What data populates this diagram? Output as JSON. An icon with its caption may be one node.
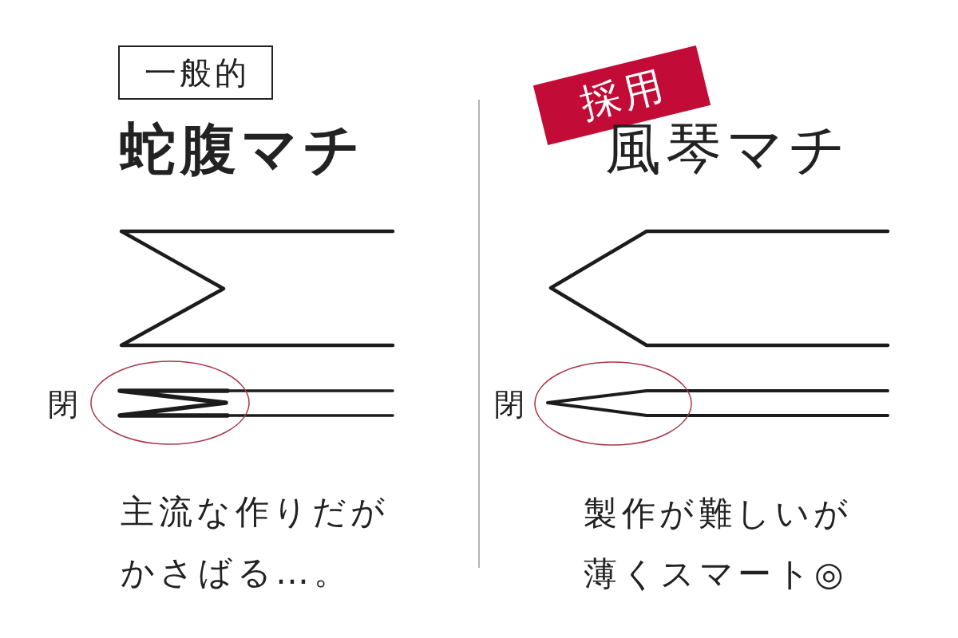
{
  "diagram": {
    "nodes": [
      {
        "text": [
          "一般的"
        ]
      },
      {
        "text": [
          "採用"
        ]
      }
    ],
    "labels": [
      "蛇腹マチ",
      "閉",
      "主流な作りだがかさばる…。",
      "風琴マチ",
      "閉",
      "製作が難しいが薄くスマート◎"
    ]
  }
}
